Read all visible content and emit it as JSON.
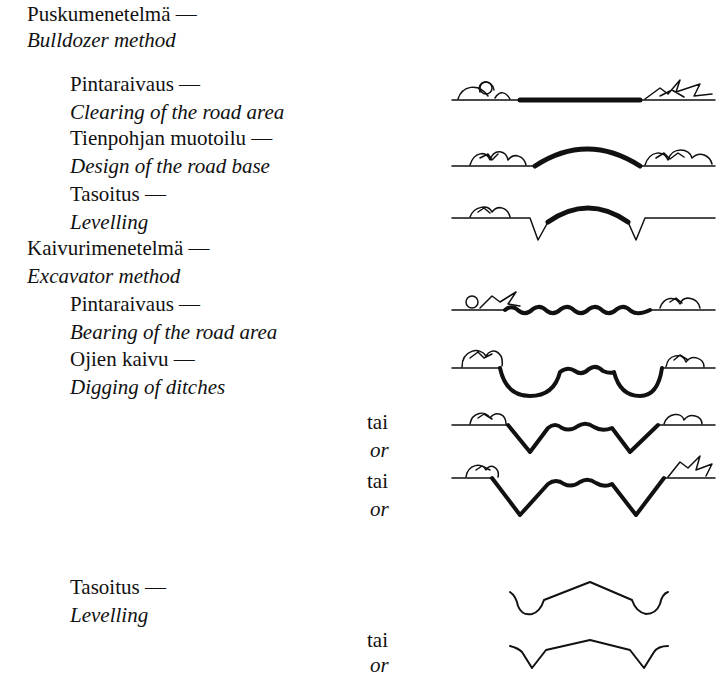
{
  "diagram": {
    "labels": [
      "Puskumenetelmä —",
      "Bulldozer method",
      "Pintaraivaus —",
      "Clearing of the road area",
      "Tienpohjan muotoilu —",
      "Design of the road base",
      "Tasoitus —",
      "Levelling",
      "Kaivurimenetelmä —",
      "Excavator method",
      "Pintaraivaus —",
      "Bearing of the road area",
      "Ojien kaivu —",
      "Digging of ditches",
      "tai",
      "or",
      "tai",
      "or",
      "Tasoitus —",
      "Levelling",
      "tai",
      "or"
    ]
  }
}
